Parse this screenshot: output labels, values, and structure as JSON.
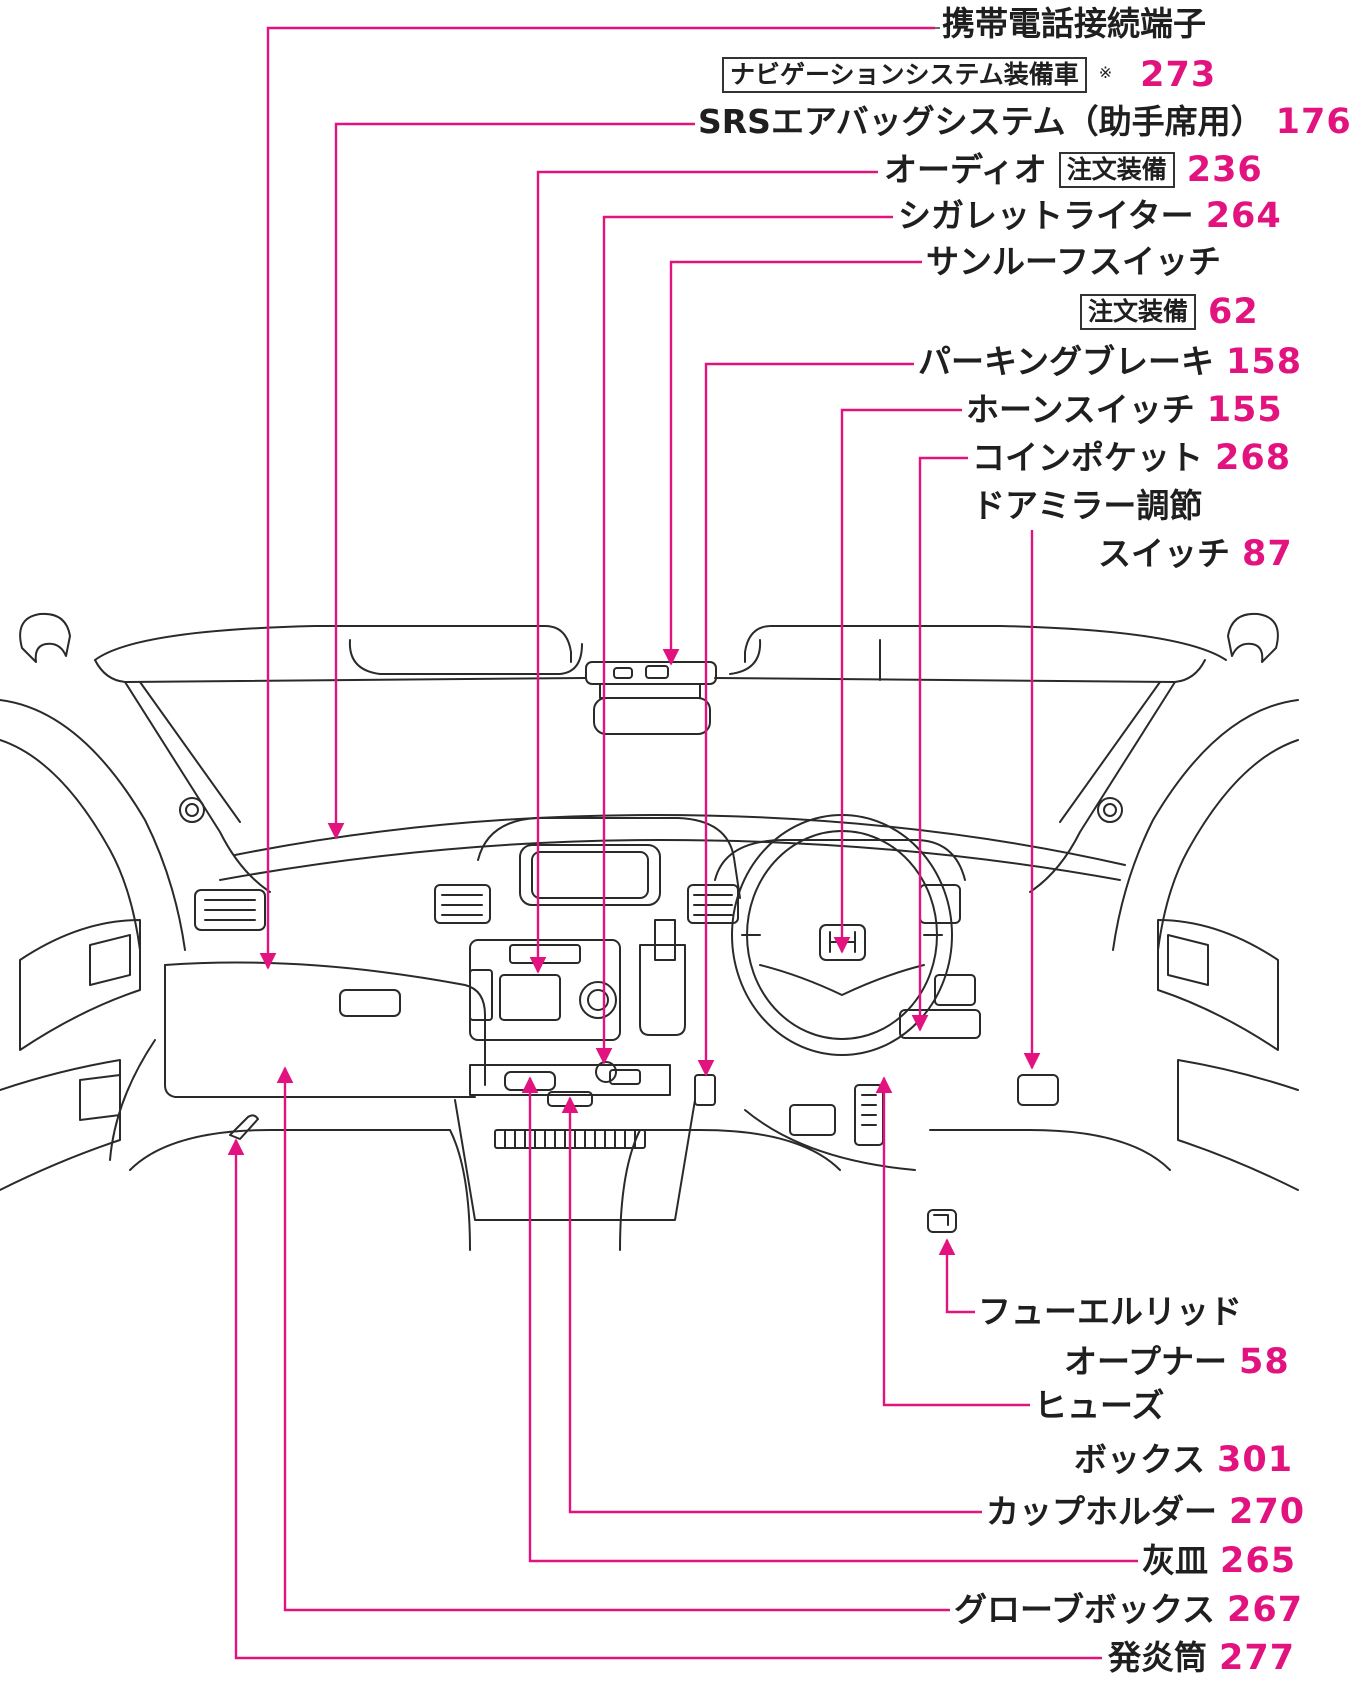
{
  "colors": {
    "accent": "#e2137f",
    "line": "#2a2a2a",
    "leader": "#6e6e6e"
  },
  "labels": {
    "phone": {
      "text": "携帯電話接続端子",
      "tag": "ナビゲーションシステム装備車",
      "note": "※",
      "page": "273"
    },
    "srs": {
      "text": "SRSエアバッグシステム（助手席用）",
      "page": "176"
    },
    "audio": {
      "text": "オーディオ",
      "tag": "注文装備",
      "page": "236"
    },
    "cigarette": {
      "text": "シガレットライター",
      "page": "264"
    },
    "sunroof": {
      "text": "サンルーフスイッチ",
      "tag": "注文装備",
      "page": "62"
    },
    "parking": {
      "text": "パーキングブレーキ",
      "page": "158"
    },
    "horn": {
      "text": "ホーンスイッチ",
      "page": "155"
    },
    "coin": {
      "text": "コインポケット",
      "page": "268"
    },
    "mirror": {
      "text_line1": "ドアミラー調節",
      "text_line2": "スイッチ",
      "page": "87"
    },
    "fuel": {
      "text_line1": "フューエルリッド",
      "text_line2": "オープナー",
      "page": "58"
    },
    "fuse": {
      "text_line1": "ヒューズ",
      "text_line2": "ボックス",
      "page": "301"
    },
    "cup": {
      "text": "カップホルダー",
      "page": "270"
    },
    "ashtray": {
      "text": "灰皿",
      "page": "265"
    },
    "glove": {
      "text": "グローブボックス",
      "page": "267"
    },
    "flare": {
      "text": "発炎筒",
      "page": "277"
    }
  }
}
